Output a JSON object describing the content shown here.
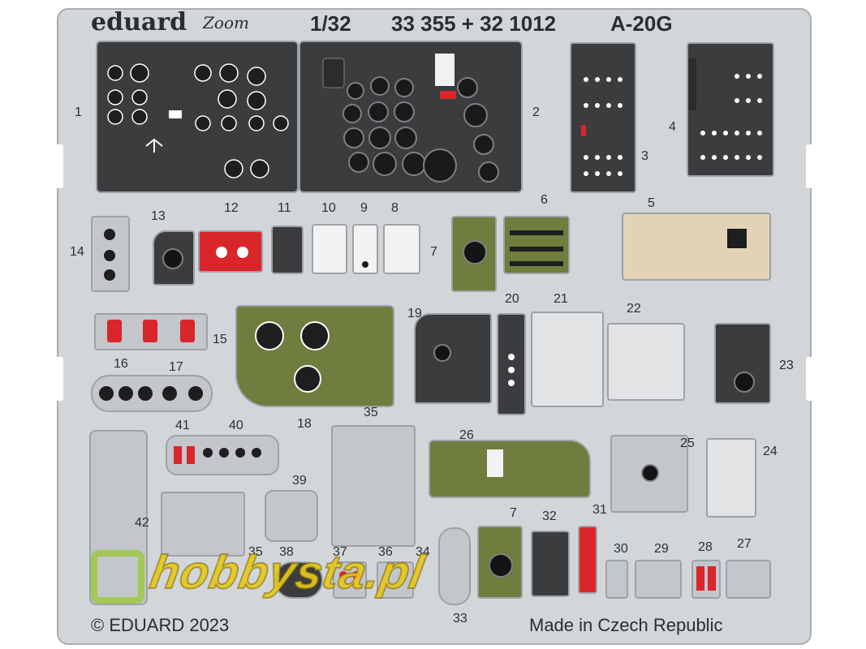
{
  "header": {
    "brand": "eduard",
    "logo_word": "Zoom",
    "scale": "1/32",
    "codes": "33 355 + 32 1012",
    "model": "A-20G"
  },
  "footer": {
    "copyright": "© EDUARD 2023",
    "origin": "Made in Czech Republic"
  },
  "watermark": {
    "text": "hobbysta.pl"
  },
  "labels": {
    "p1": "1",
    "p2": "2",
    "p3": "3",
    "p4": "4",
    "p5": "5",
    "p6": "6",
    "p7": "7",
    "p7b": "7",
    "p8": "8",
    "p9": "9",
    "p10": "10",
    "p11": "11",
    "p12": "12",
    "p13": "13",
    "p14": "14",
    "p15": "15",
    "p16": "16",
    "p17": "17",
    "p18": "18",
    "p19": "19",
    "p20": "20",
    "p21": "21",
    "p22": "22",
    "p23": "23",
    "p24": "24",
    "p25": "25",
    "p26": "26",
    "p27": "27",
    "p28": "28",
    "p29": "29",
    "p30": "30",
    "p31": "31",
    "p32": "32",
    "p33": "33",
    "p34": "34",
    "p35": "35",
    "p35b": "35",
    "p36": "36",
    "p37": "37",
    "p38": "38",
    "p39": "39",
    "p40": "40",
    "p41": "41",
    "p42": "42"
  },
  "colors": {
    "fret": "#d3d6d9",
    "panel_dark": "#3b3c3e",
    "panel_green": "#6f7d3e",
    "panel_tan": "#e4d2b6",
    "accent_red": "#d8262b",
    "watermark_yellow": "#e5c81e"
  }
}
